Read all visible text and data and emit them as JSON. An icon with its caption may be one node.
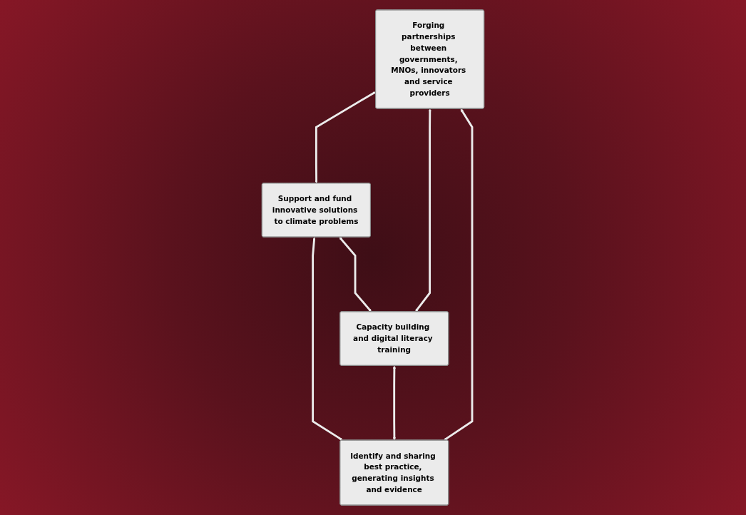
{
  "diagram": {
    "nodes": [
      {
        "text": [
          "Forging partnerships between governments, MNOs, innovators and service providers"
        ]
      },
      {
        "text": [
          "Support and fund innovative solutions to climate problems"
        ]
      },
      {
        "text": [
          "Capacity building and digital literacy training"
        ]
      },
      {
        "text": [
          "Identify and sharing best practice, generating insights and evidence"
        ]
      }
    ],
    "edges": [
      {
        "from": 0,
        "to": 1,
        "arrow": "both"
      },
      {
        "from": 0,
        "to": 2,
        "arrow": "both"
      },
      {
        "from": 1,
        "to": 3,
        "arrow": "both"
      },
      {
        "from": 2,
        "to": 3,
        "arrow": "both"
      },
      {
        "from": 1,
        "to": 2,
        "arrow": "both"
      },
      {
        "from": 0,
        "to": 3,
        "arrow": "both"
      }
    ]
  }
}
